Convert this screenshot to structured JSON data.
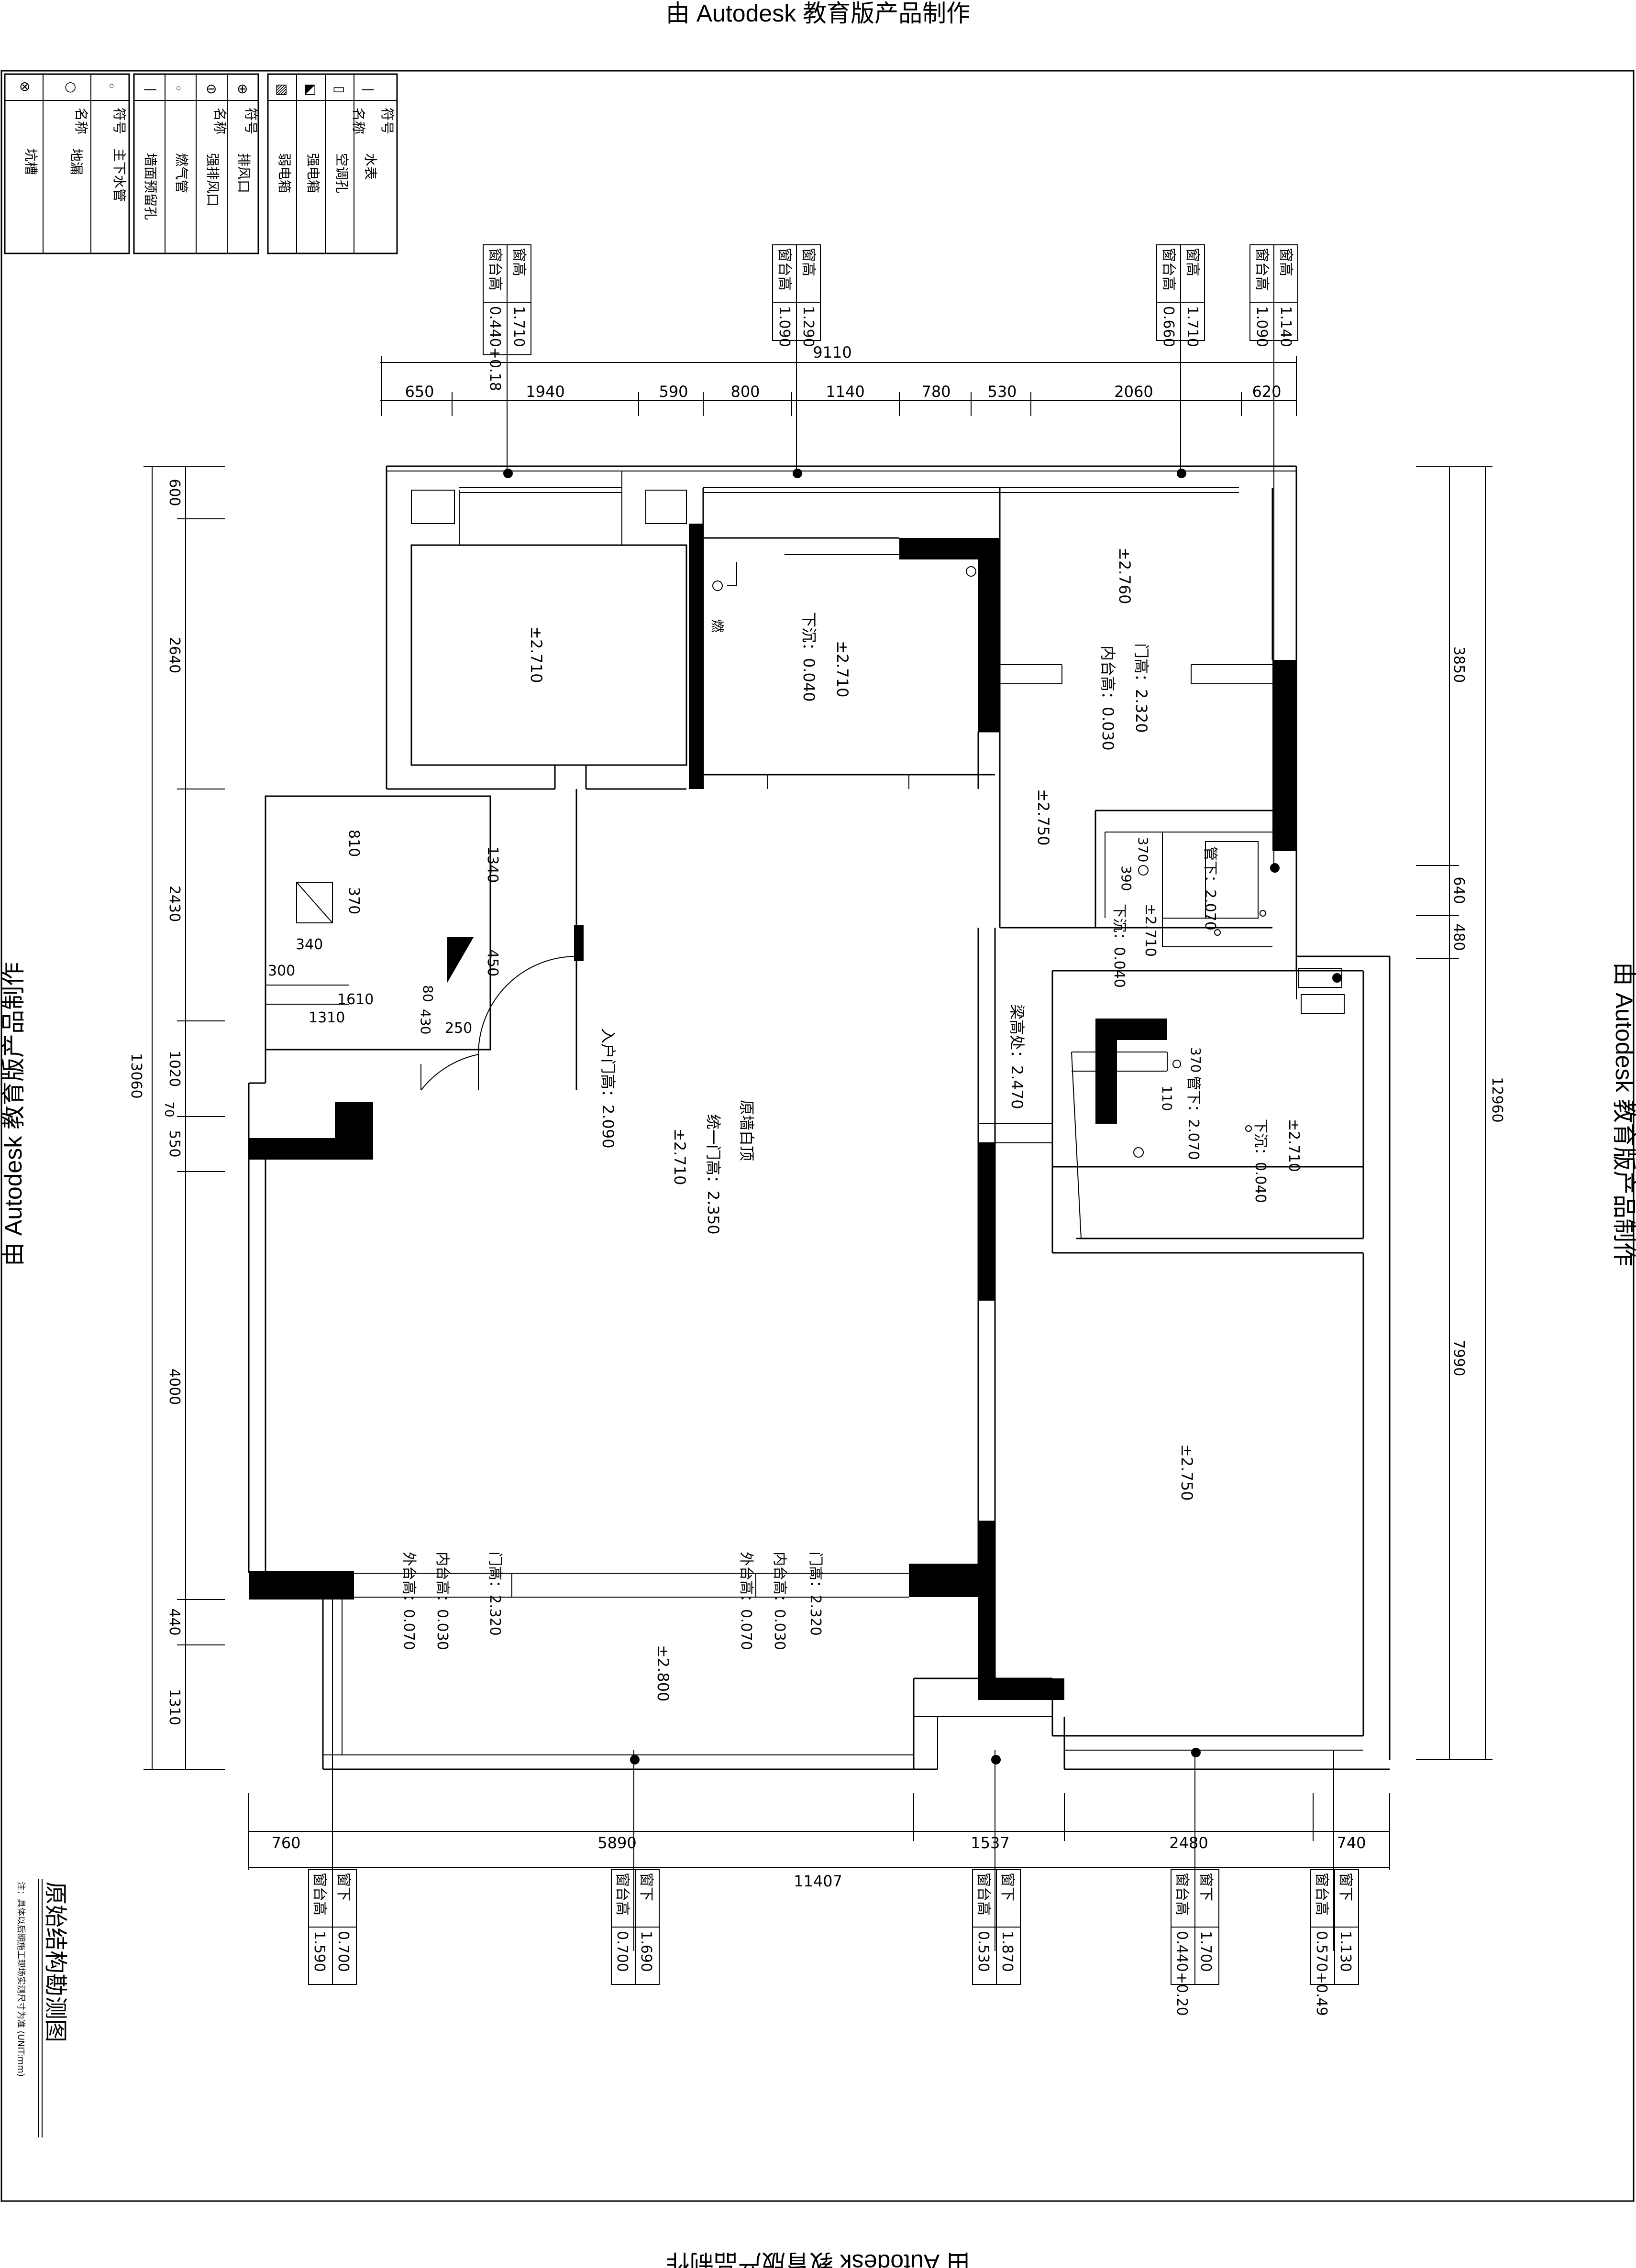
{
  "watermark": {
    "text": "由 Autodesk 教育版产品制作"
  },
  "legend": [
    {
      "header": [
        "符号",
        "名称"
      ],
      "rows": [
        [
          "◦",
          "主下水管"
        ],
        [
          "○",
          "地漏"
        ],
        [
          "⊗",
          "坑槽"
        ]
      ]
    },
    {
      "header": [
        "符号",
        "名称"
      ],
      "rows": [
        [
          "—",
          "墙面预留孔"
        ],
        [
          "◦",
          "燃气管"
        ],
        [
          "⊖",
          "强排风口"
        ],
        [
          "⊕",
          "排风口"
        ]
      ]
    },
    {
      "header": [
        "符号",
        "名称"
      ],
      "rows": [
        [
          "▨",
          "弱电箱"
        ],
        [
          "◩",
          "强电箱"
        ],
        [
          "▭",
          "空调孔"
        ],
        [
          "—",
          "水表"
        ]
      ]
    }
  ],
  "window_tags_top": [
    {
      "a": "窗台高",
      "b": "窗高",
      "v1": "0.440+0.18",
      "v2": "1.710"
    },
    {
      "a": "窗台高",
      "b": "窗高",
      "v1": "1.090",
      "v2": "1.290"
    },
    {
      "a": "窗台高",
      "b": "窗高",
      "v1": "0.660",
      "v2": "1.710"
    },
    {
      "a": "窗台高",
      "b": "窗高",
      "v1": "1.090",
      "v2": "1.140"
    }
  ],
  "window_tags_bottom": [
    {
      "a": "窗台高",
      "b": "窗下",
      "v1": "1.590",
      "v2": "0.700"
    },
    {
      "a": "窗台高",
      "b": "窗下",
      "v1": "0.700",
      "v2": "1.690"
    },
    {
      "a": "窗台高",
      "b": "窗下",
      "v1": "0.530",
      "v2": "1.870"
    },
    {
      "a": "窗台高",
      "b": "窗下",
      "v1": "0.440+0.20",
      "v2": "1.700"
    },
    {
      "a": "窗台高",
      "b": "窗下",
      "v1": "0.570+0.49",
      "v2": "1.130"
    }
  ],
  "dims_top": {
    "total": "9110",
    "segments": [
      "650",
      "1940",
      "590",
      "800",
      "1140",
      "780",
      "530",
      "2060",
      "620"
    ]
  },
  "dims_bottom": {
    "total": "11407",
    "segments": [
      "760",
      "5890",
      "1537",
      "2480",
      "740"
    ]
  },
  "dims_left": {
    "total": "13060",
    "segments": [
      "600",
      "2640",
      "2430",
      "1020",
      "550",
      "4000",
      "440",
      "1310"
    ],
    "extra": "70"
  },
  "dims_right": {
    "total": "12960",
    "segments": [
      "3850",
      "640",
      "480",
      "7990"
    ]
  },
  "labels": {
    "r1_height": "±2.710",
    "r2_height": "±2.710",
    "r2_drop": "下沉：0.040",
    "r3_height": "±2.760",
    "r3_door": "门高：2.320",
    "r3_sill": "内台高：0.030",
    "hall_height": "±2.750",
    "bath1_height": "±2.710",
    "bath1_drop": "下沉：0.040",
    "bath1_pipe": "管下：2.070",
    "bath2_height": "±2.710",
    "bath2_drop": "下沉：0.040",
    "bath2_pipe": "管下：2.070",
    "living_note": "原墙白顶",
    "living_door": "统一门高：2.350",
    "living_height": "±2.710",
    "entry_door": "入户门高：2.090",
    "beam": "梁高处：2.470",
    "right_room": "±2.750",
    "balcony": "±2.800",
    "door_a1": "门高：2.320",
    "door_a2": "内台高：0.030",
    "door_a3": "外台高：0.070",
    "door_b1": "门高：2.320",
    "door_b2": "内台高：0.030",
    "door_b3": "外台高：0.070",
    "mini": {
      "d810": "810",
      "d370": "370",
      "d1340": "1340",
      "d340": "340",
      "d300": "300",
      "d450": "450",
      "d1610": "1610",
      "d1310": "1310",
      "d80": "80",
      "d430": "430",
      "d250": "250",
      "b370": "370",
      "b390": "390",
      "b2_370": "370",
      "b2_110": "110",
      "kitchen_mark": "燃"
    }
  },
  "title_block": {
    "title": "原始结构勘测图",
    "note": "注：具体以后期施工现场实测尺寸为准 (UNIT:mm)"
  }
}
